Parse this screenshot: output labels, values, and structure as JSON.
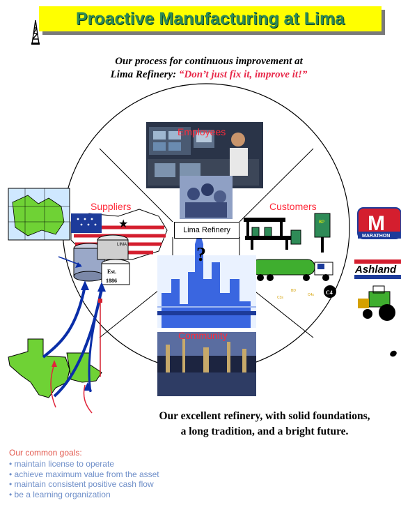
{
  "title": "Proactive Manufacturing at Lima",
  "subtitle": {
    "line1": "Our process for continuous improvement at",
    "line2_prefix": "Lima Refinery:",
    "slogan": "“Don’t just fix it, improve it!”"
  },
  "wheel": {
    "center": "Lima Refinery",
    "question": "?",
    "segments": {
      "suppliers": "Suppliers",
      "customers": "Customers",
      "employees": "Employees",
      "community": "Community"
    }
  },
  "tank_labels": {
    "lima": "LIMA",
    "est": "Est.",
    "year": "1886"
  },
  "product_tags": {
    "c4": "C4",
    "bp": "BP"
  },
  "brands": {
    "marathon": "MARATHON",
    "marathon_letter": "M",
    "ashland": "Ashland"
  },
  "caption": {
    "line1": "Our excellent refinery, with solid foundations,",
    "line2": "a long tradition, and a bright future."
  },
  "goals": {
    "heading": "Our common goals:",
    "items": [
      "maintain license to operate",
      "achieve maximum value from the asset",
      "maintain consistent positive cash flow",
      "be a learning organization"
    ]
  },
  "colors": {
    "title_bg": "#ffff00",
    "title_text": "#2e8b57",
    "slogan": "#e8294a",
    "segment_label": "#ff2a3a",
    "goals_heading": "#e2574c",
    "goals_item": "#6f8fc9",
    "arrow_blue": "#0a2ea8",
    "arrow_red": "#e0253a",
    "map_green": "#6fd235"
  }
}
